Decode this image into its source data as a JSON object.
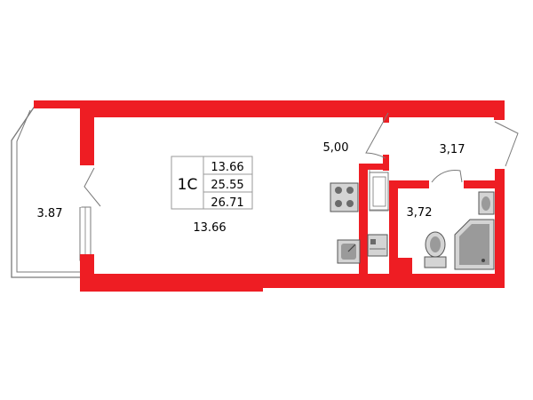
{
  "unit_type": "1С",
  "areas": {
    "living": "13.66",
    "total": "25.55",
    "total_with_balcony": "26.71"
  },
  "rooms": {
    "balcony": "3.87",
    "main_room": "13.66",
    "kitchen": "5,00",
    "hallway": "3,17",
    "bathroom": "3,72"
  },
  "colors": {
    "wall": "#ee1d23",
    "outline": "#7a7a7a",
    "fixture_dark": "#6b6b6b",
    "fixture_light": "#d4d4d4"
  }
}
